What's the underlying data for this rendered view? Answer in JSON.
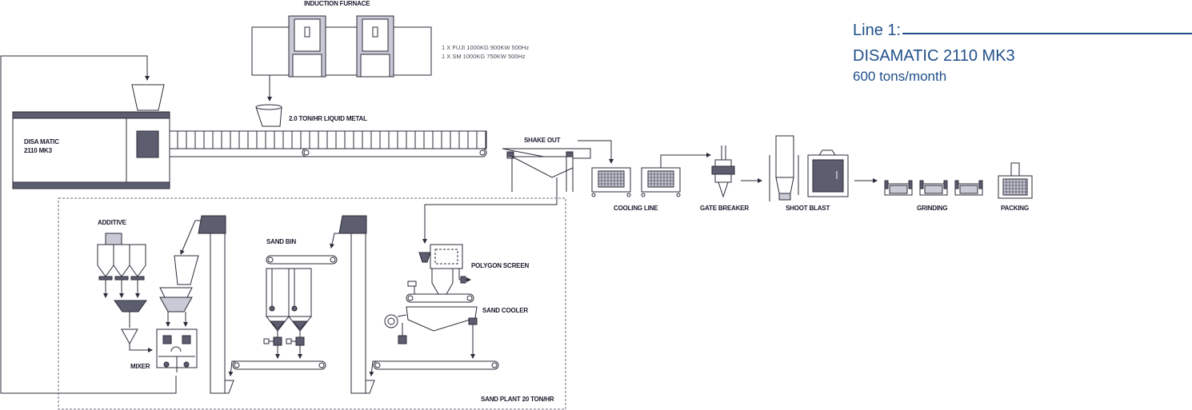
{
  "title": {
    "line": "Line 1:",
    "machine": "DISAMATIC 2110 MK3",
    "capacity": "600 tons/month"
  },
  "colors": {
    "accent": "#1f4f8a",
    "dark": "#5c5d6e",
    "light": "#c9cad6",
    "stroke": "#2b2b3a"
  },
  "furnace": {
    "label": "INDUCTION FURNACE",
    "spec_1": "1 X FUJI  1000KG  900KW  500Hz",
    "spec_2": "1 X   SM  1000KG  750KW  500Hz"
  },
  "molding": {
    "line_1": "DISA MATIC",
    "line_2": "2110 MK3",
    "metal": "2.0 TON/HR LIQUID METAL"
  },
  "process": {
    "shake_out": "SHAKE OUT",
    "cooling_line": "COOLING LINE",
    "gate_breaker": "GATE BREAKER",
    "shoot_blast": "SHOOT BLAST",
    "grinding": "GRINDING",
    "packing": "PACKING"
  },
  "sand_plant": {
    "additive": "ADDITIVE",
    "mixer": "MIXER",
    "sand_bin": "SAND BIN",
    "polygon_screen": "POLYGON SCREEN",
    "sand_cooler": "SAND COOLER",
    "plant_label": "SAND PLANT 20 TON/HR"
  }
}
